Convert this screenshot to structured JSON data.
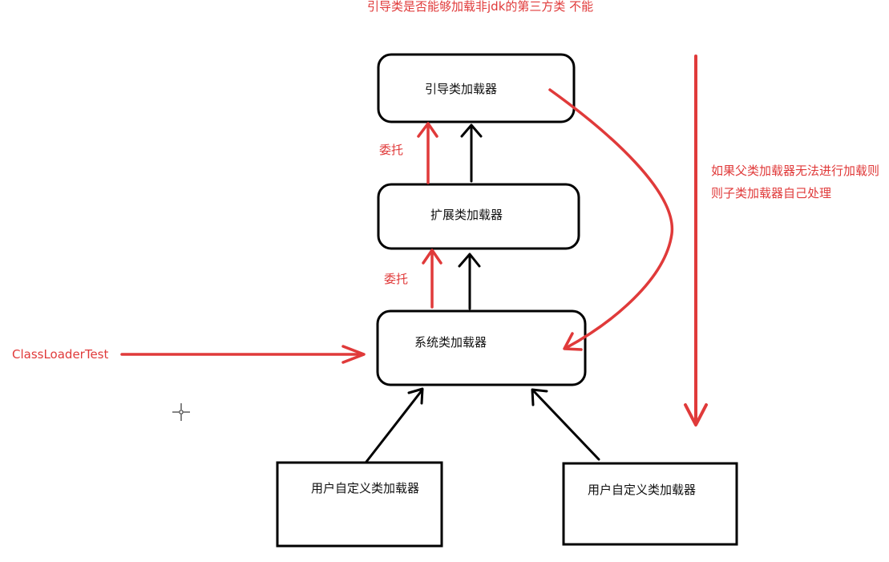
{
  "title": "引导类是否能够加载非jdk的第三方类    不能",
  "nodes": {
    "bootstrap": "引导类加载器",
    "extension": "扩展类加载器",
    "system": "系统类加载器",
    "user_left": "用户自定义类加载器",
    "user_right": "用户自定义类加载器"
  },
  "annotations": {
    "delegate_top": "委托",
    "delegate_bottom": "委托",
    "fallback_line1": "如果父类加载器无法进行加载则",
    "fallback_line2": "则子类加载器自己处理",
    "entry": "ClassLoaderTest"
  },
  "colors": {
    "accent_red": "#e03a3a",
    "stroke_black": "#000000"
  },
  "icons": {
    "cursor": "crosshair-cursor-icon"
  }
}
